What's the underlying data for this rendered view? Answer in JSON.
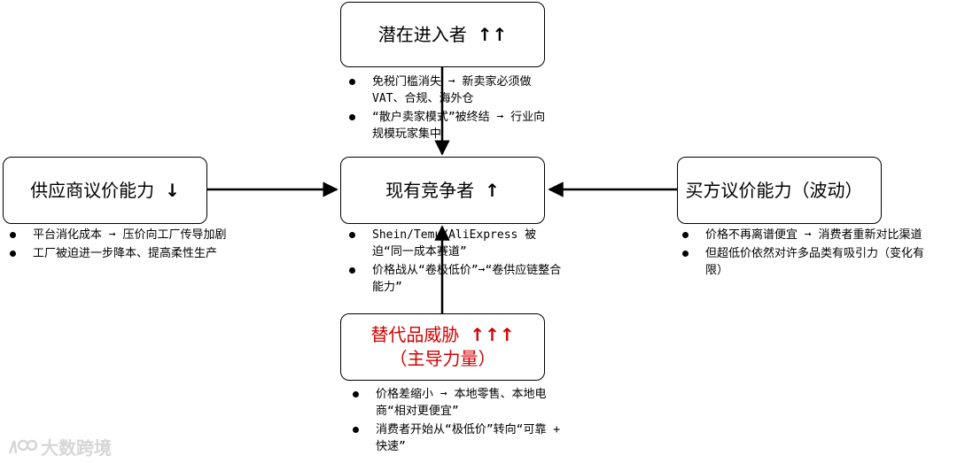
{
  "nodes": {
    "top": {
      "label": "潜在进入者",
      "arrows": "↑↑"
    },
    "left": {
      "label": "供应商议价能力",
      "arrows": "↓"
    },
    "center": {
      "label": "现有竞争者",
      "arrows": "↑"
    },
    "right": {
      "label": "买方议价能力（波动）",
      "arrows": ""
    },
    "bottom": {
      "label": "替代品威胁",
      "arrows": "↑↑↑",
      "sublabel": "（主导力量）",
      "color": "#d40000"
    }
  },
  "notes": {
    "top": [
      "免税门槛消失 ➞ 新卖家必须做 VAT、合规、海外仓",
      "“散户卖家模式”被终结 ➞ 行业向规模玩家集中"
    ],
    "left": [
      "平台消化成本 ➞ 压价向工厂传导加剧",
      "工厂被迫进一步降本、提高柔性生产"
    ],
    "center": [
      "Shein/Temu/AliExpress 被迫“同一成本赛道”",
      "价格战从“卷极低价”➞“卷供应链整合能力”"
    ],
    "right": [
      "价格不再离谱便宜 ➞ 消费者重新对比渠道",
      "但超低价依然对许多品类有吸引力（变化有限）"
    ],
    "bottom": [
      "价格差缩小 ➞ 本地零售、本地电商“相对更便宜”",
      "消费者开始从“极低价”转向“可靠 + 快速”"
    ]
  },
  "watermark": {
    "text": "大数跨境"
  }
}
